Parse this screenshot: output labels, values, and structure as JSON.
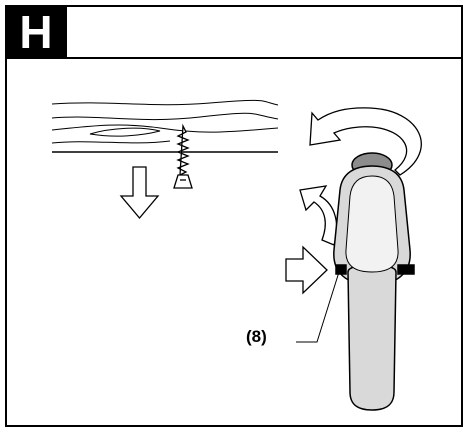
{
  "panel": {
    "label": "H"
  },
  "callout": {
    "part_number": "(8)"
  },
  "colors": {
    "line": "#000000",
    "tool_body": "#d9d9d9",
    "tool_highlight": "#f2f2f2",
    "chuck": "#8c8c8c",
    "background": "#ffffff"
  },
  "icons": {
    "rotation": "counterclockwise-arrow",
    "pull_direction": "down-arrow",
    "press_direction": "right-arrow"
  }
}
